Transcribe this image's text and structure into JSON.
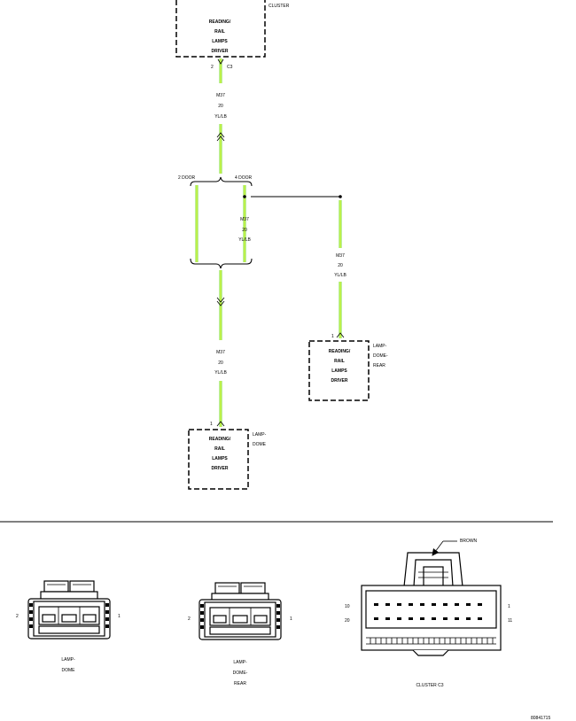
{
  "modules": {
    "cluster": {
      "lines": [
        "READING/",
        "RAIL",
        "LAMPS",
        "DRIVER"
      ],
      "name": "CLUSTER",
      "pin": "2",
      "connector": "C3"
    },
    "lamp_dome_rear": {
      "lines": [
        "READING/",
        "RAIL",
        "LAMPS",
        "DRIVER"
      ],
      "name_lines": [
        "LAMP-",
        "DOME-",
        "REAR"
      ],
      "pin": "1"
    },
    "lamp_dome": {
      "lines": [
        "READING/",
        "RAIL",
        "LAMPS",
        "DRIVER"
      ],
      "name_lines": [
        "LAMP-",
        "DOME"
      ],
      "pin": "1"
    }
  },
  "wires": {
    "w1": [
      "M37",
      "20",
      "YL/LB"
    ],
    "w2": [
      "M37",
      "20",
      "YL/LB"
    ],
    "w3": [
      "M37",
      "20",
      "YL/LB"
    ],
    "w4": [
      "M37",
      "20",
      "YL/LB"
    ]
  },
  "splice": {
    "left_label": "2 DOOR",
    "right_label": "4 DOOR"
  },
  "connectors": {
    "lamp_dome": {
      "left_pin": "2",
      "right_pin": "1",
      "caption_lines": [
        "LAMP-",
        "DOME"
      ]
    },
    "lamp_dome_rear": {
      "left_pin": "2",
      "right_pin": "1",
      "caption_lines": [
        "LAMP-",
        "DOME-",
        "REAR"
      ]
    },
    "cluster_c3": {
      "pin_top_left": "10",
      "pin_top_right": "1",
      "pin_bottom_left": "20",
      "pin_bottom_right": "11",
      "caption": "CLUSTER C3",
      "callout": "BROWN"
    }
  },
  "figure_id": "80841715",
  "colors": {
    "wire": "#8ee25a",
    "wire_core": "#e9ff3a",
    "outline": "#000000"
  }
}
